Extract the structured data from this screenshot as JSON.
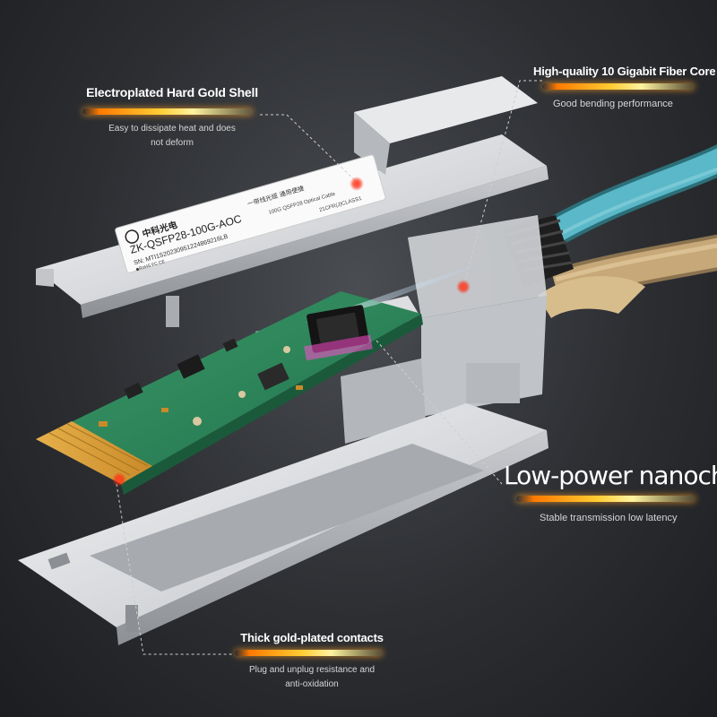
{
  "callouts": {
    "gold_shell": {
      "title": "Electroplated Hard Gold Shell",
      "desc_line1": "Easy to dissipate heat and does",
      "desc_line2": "not deform"
    },
    "fiber_core": {
      "title": "High-quality 10 Gigabit Fiber Core",
      "desc": "Good bending performance"
    },
    "nanochip": {
      "title": "Low-power nanochip",
      "desc": "Stable transmission low latency"
    },
    "contacts": {
      "title": "Thick gold-plated contacts",
      "desc_line1": "Plug and unplug resistance and",
      "desc_line2": "anti-oxidation"
    }
  },
  "label": {
    "brand": "中科光电",
    "tagline": "一带线光缆 通用便捷",
    "model": "ZK-QSFP28-100G-AOC",
    "desc": "100G QSFP28 Optical Cable",
    "sn": "SN: MTI1S20230951224869216LB",
    "class": "21CFR(J)CLASS1",
    "marks": "◆RoHS FC CE"
  },
  "colors": {
    "glow_start": "#ff7a00",
    "glow_mid": "#ffcc33",
    "pcb_green": "#2e8a5e",
    "fiber_blue": "#5ab8c8",
    "cable_tan": "#c7a878"
  }
}
